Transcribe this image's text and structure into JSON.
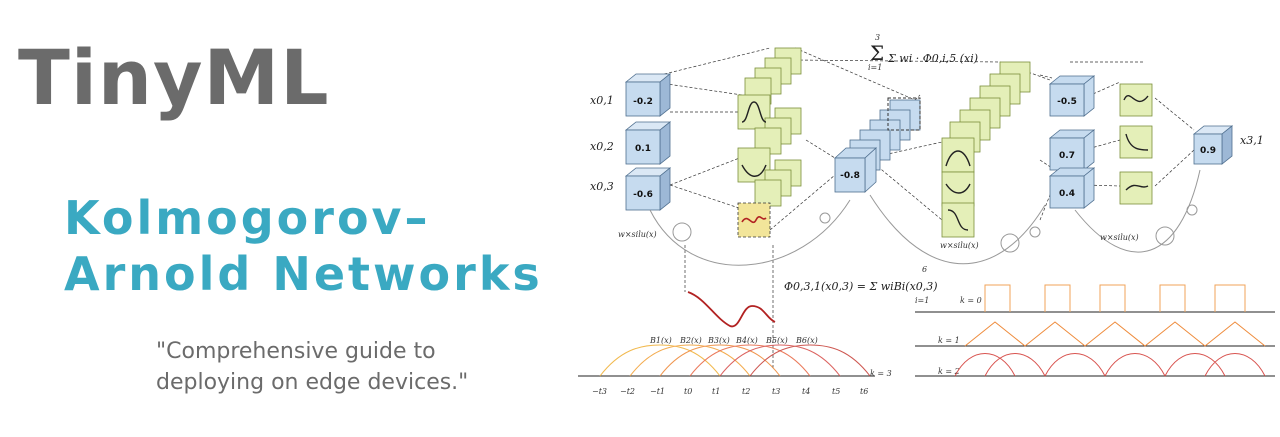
{
  "brand": "TinyML",
  "subtitle": {
    "line1": "Kolmogorov–",
    "line2": "Arnold Networks"
  },
  "quote": {
    "line1": "\"Comprehensive guide to",
    "line2": "deploying on edge devices.\""
  },
  "diagram": {
    "inputs": [
      {
        "label": "x0,1",
        "value": "-0.2"
      },
      {
        "label": "x0,2",
        "value": "0.1"
      },
      {
        "label": "x0,3",
        "value": "-0.6"
      }
    ],
    "hidden1_value": "-0.8",
    "hidden2_values": [
      "-0.5",
      "0.7",
      "0.4"
    ],
    "output": {
      "label": "x3,1",
      "value": "0.9"
    },
    "sum_formula": "Σ wi · Φ0,i,5 (xi)",
    "sum_limits": {
      "top": "3",
      "bottom": "i=1"
    },
    "phi_formula": "Φ0,3,1(x0,3) = Σ wiBi(x0,3)",
    "phi_limits": {
      "top": "6",
      "bottom": "i=1"
    },
    "residual_label": "w×silu(x)",
    "basis_labels": [
      "B1(x)",
      "B2(x)",
      "B3(x)",
      "B4(x)",
      "B5(x)",
      "B6(x)"
    ],
    "knots": [
      "−t3",
      "−t2",
      "−t1",
      "t0",
      "t1",
      "t2",
      "t3",
      "t4",
      "t5",
      "t6"
    ],
    "order_labels": [
      "k = 0",
      "k = 1",
      "k = 2",
      "k = 3"
    ],
    "colors": {
      "node_fill": "#c6dbef",
      "node_stroke": "#4f6f8f",
      "fn_fill": "#e4efb8",
      "fn_stroke": "#7a8f3a",
      "curve": "#b22222"
    }
  }
}
